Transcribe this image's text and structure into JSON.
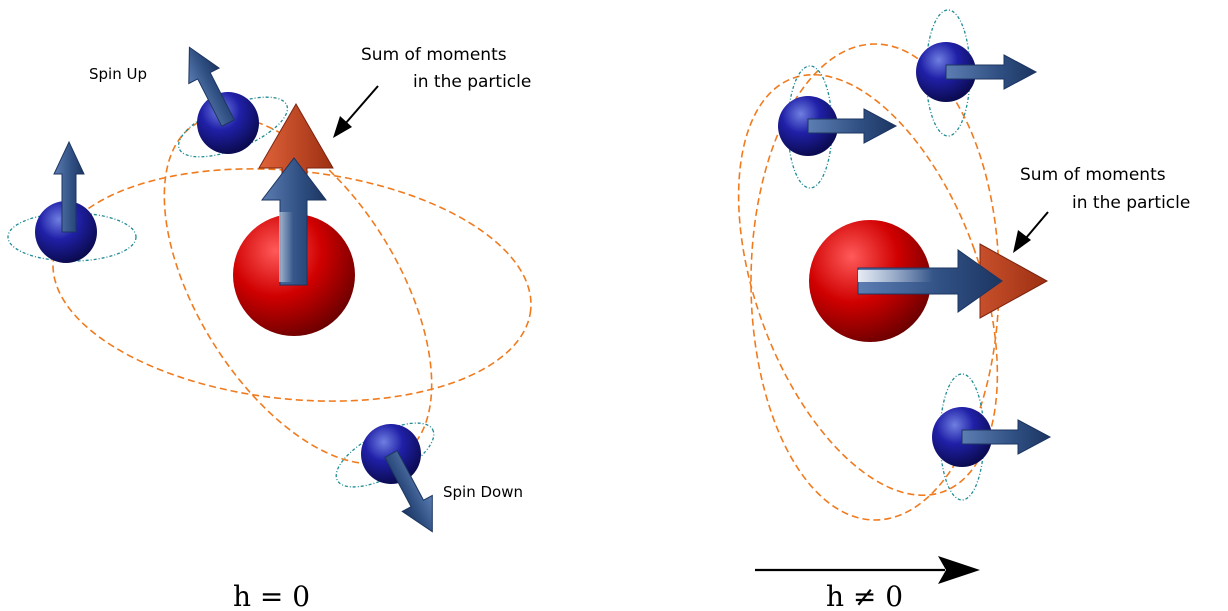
{
  "left_panel": {
    "spin_up_label": "Spin Up",
    "spin_down_label": "Spin Down",
    "sum_label_line1": "Sum of moments",
    "sum_label_line2": "in the particle",
    "field_label": "h = 0"
  },
  "right_panel": {
    "sum_label_line1": "Sum of moments",
    "sum_label_line2": "in the particle",
    "field_label": "h ≠ 0"
  },
  "colors": {
    "orbit": "#f07b1f",
    "spin_ring": "#1f8c95",
    "electron": "#1d1d9a",
    "nucleus": "#d40000",
    "spin_arrow": "#2f4f82",
    "sum_arrow": "#c2421e",
    "pointer": "#000000"
  }
}
